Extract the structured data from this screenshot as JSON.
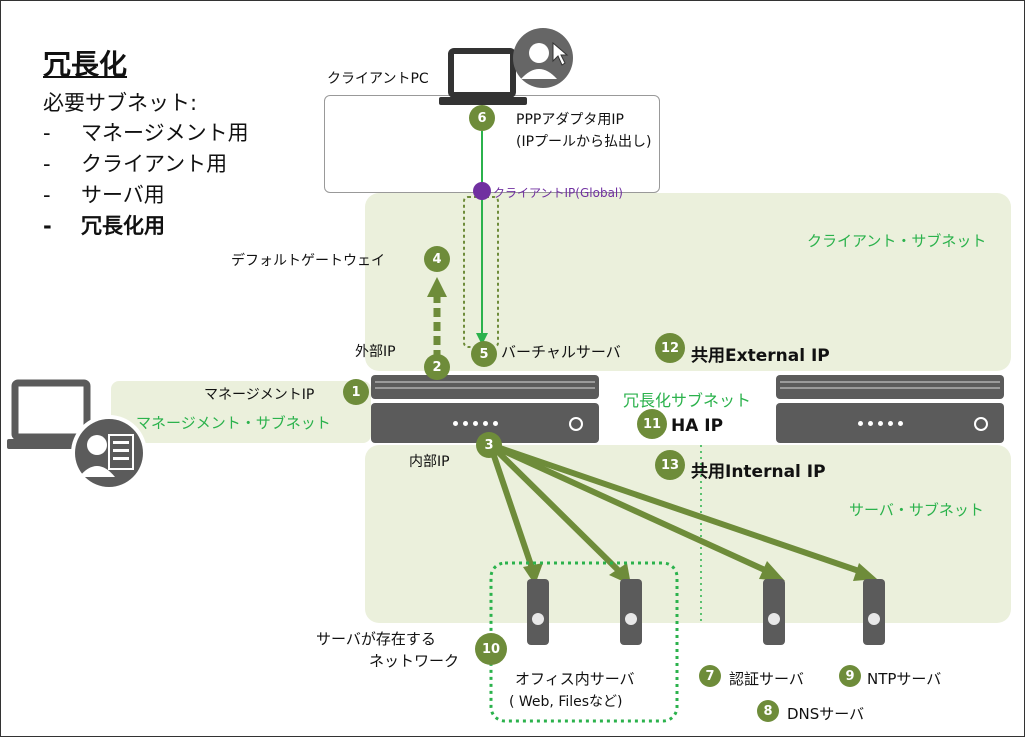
{
  "heading": {
    "title": "冗長化",
    "subtitle": "必要サブネット:",
    "items": [
      {
        "dash": "-",
        "label": "マネージメント用"
      },
      {
        "dash": "-",
        "label": "クライアント用"
      },
      {
        "dash": "-",
        "label": "サーバ用"
      },
      {
        "dash": "-",
        "label": "冗長化用"
      }
    ]
  },
  "subnets": {
    "client": "クライアント・サブネット",
    "management": "マネージメント・サブネット",
    "redundancy": "冗長化サブネット",
    "server": "サーバ・サブネット"
  },
  "client_pc": {
    "label": "クライアントPC",
    "ppp_ip_line1": "PPPアダプタ用IP",
    "ppp_ip_line2": "(IPプールから払出し)",
    "client_ip": "クライアントIP(Global)"
  },
  "labels": {
    "default_gateway": "デフォルトゲートウェイ",
    "external_ip": "外部IP",
    "virtual_server": "バーチャルサーバ",
    "shared_external_ip": "共用External IP",
    "management_ip": "マネージメントIP",
    "ha_ip": "HA IP",
    "internal_ip": "内部IP",
    "shared_internal_ip": "共用Internal IP",
    "server_network_line1": "サーバが存在する",
    "server_network_line2": "ネットワーク",
    "office_server_line1": "オフィス内サーバ",
    "office_server_line2": "( Web, Filesなど)",
    "auth_server": "認証サーバ",
    "ntp_server": "NTPサーバ",
    "dns_server": "DNSサーバ"
  },
  "badges": {
    "n1": "1",
    "n2": "2",
    "n3": "3",
    "n4": "4",
    "n5": "5",
    "n6": "6",
    "n7": "7",
    "n8": "8",
    "n9": "9",
    "n10": "10",
    "n11": "11",
    "n12": "12",
    "n13": "13"
  },
  "colors": {
    "zone_fill": "#ebf0dc",
    "subnet_text": "#2bb24c",
    "badge": "#6e8c3a",
    "arrow_olive": "#6e8c3a",
    "client_line": "#2bb24c",
    "client_ip_dot": "#7030a0",
    "device": "#5b5b5b"
  },
  "icons": [
    "laptop-user-icon",
    "admin-laptop-icon",
    "server-icon"
  ]
}
